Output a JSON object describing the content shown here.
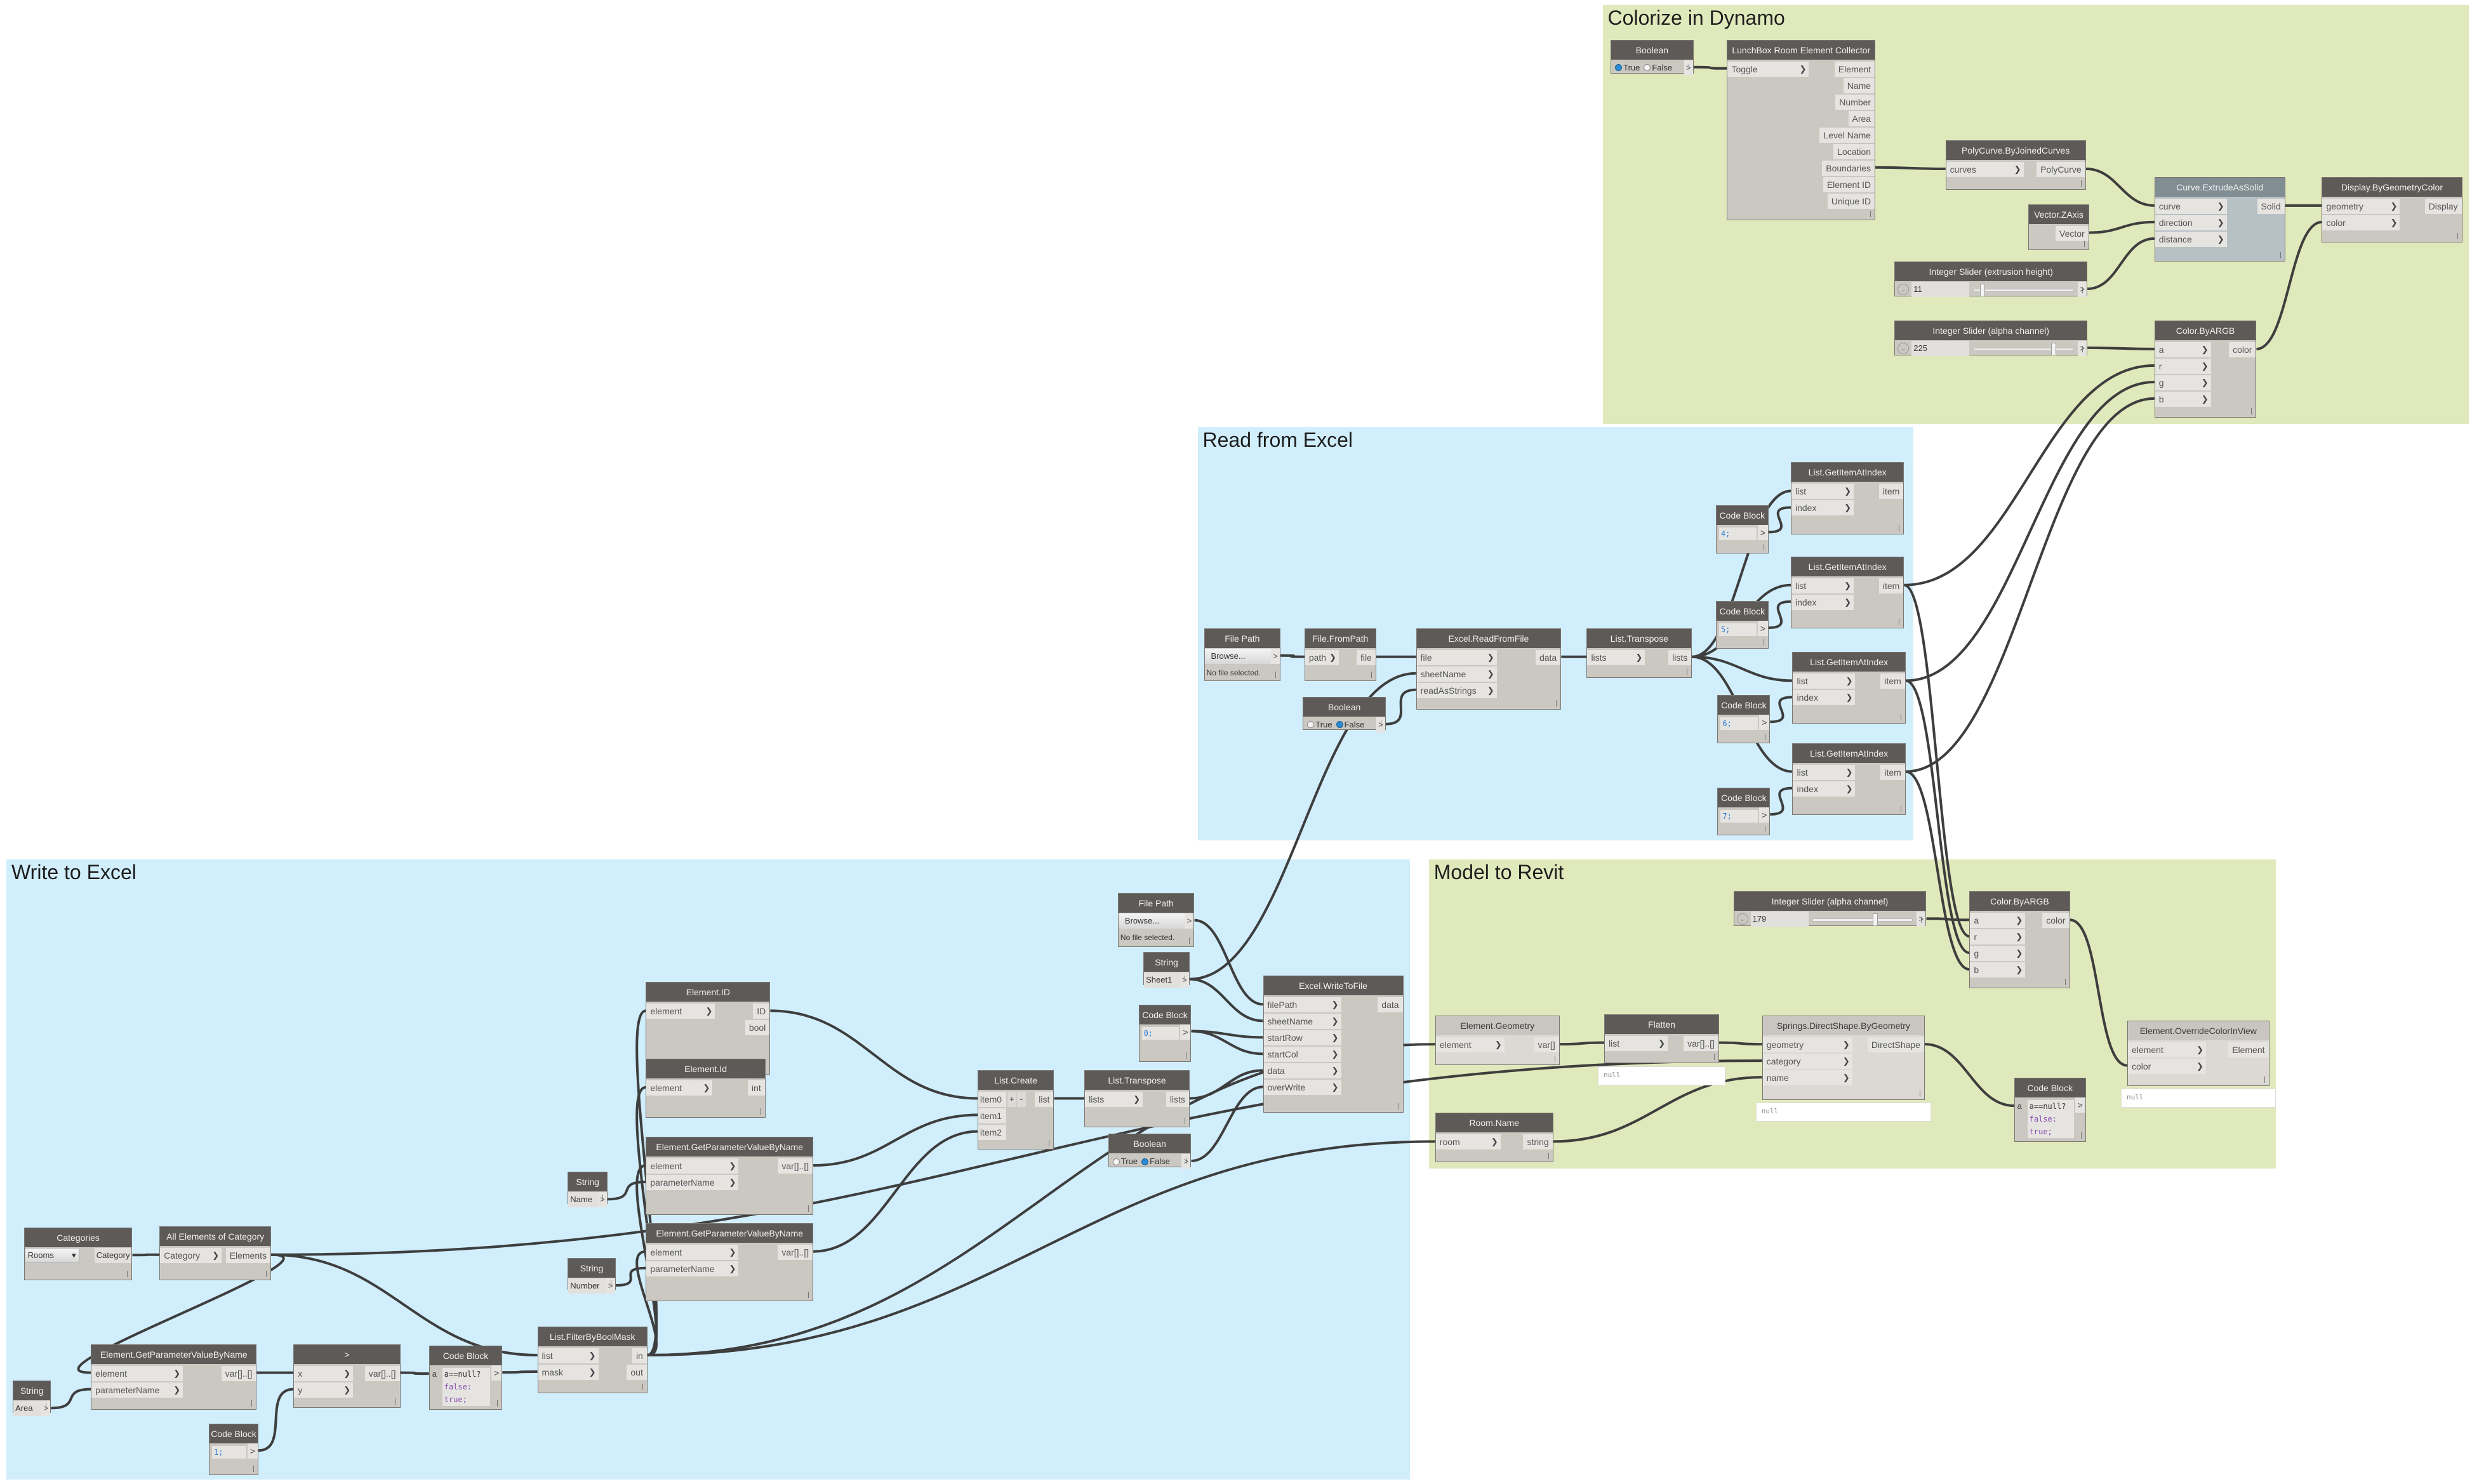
{
  "groups": [
    {
      "title": "Colorize in Dynamo",
      "color": "#e0e9bb"
    },
    {
      "title": "Read from Excel",
      "color": "#d1eefc"
    },
    {
      "title": "Write to Excel",
      "color": "#d1eefc"
    },
    {
      "title": "Model to Revit",
      "color": "#e0e9bb"
    }
  ],
  "colors": {
    "wire": "#3e3e3e",
    "node_header": "#5d5a57",
    "node_body": "#cbc7c1",
    "selected_header": "#808d93"
  },
  "nodes": [
    {
      "title": "Boolean",
      "widget": {
        "type": "boolean",
        "options": [
          "True",
          "False"
        ],
        "selected": 0
      }
    },
    {
      "title": "LunchBox Room Element Collector",
      "inputs": [
        "Toggle"
      ],
      "outputs": [
        "Element",
        "Name",
        "Number",
        "Area",
        "Level Name",
        "Location",
        "Boundaries",
        "Element ID",
        "Unique ID"
      ]
    },
    {
      "title": "PolyCurve.ByJoinedCurves",
      "inputs": [
        "curves"
      ],
      "outputs": [
        "PolyCurve"
      ]
    },
    {
      "title": "Curve.ExtrudeAsSolid",
      "inputs": [
        "curve",
        "direction",
        "distance"
      ],
      "outputs": [
        "Solid"
      ],
      "style": "selected"
    },
    {
      "title": "Display.ByGeometryColor",
      "inputs": [
        "geometry",
        "color"
      ],
      "outputs": [
        "Display"
      ]
    },
    {
      "title": "Vector.ZAxis",
      "inputs": [],
      "outputs": [
        "Vector"
      ]
    },
    {
      "title": "Integer Slider (extrusion height)",
      "widget": {
        "type": "slider",
        "value": "11",
        "position": 0.1
      }
    },
    {
      "title": "Integer Slider (alpha channel)",
      "widget": {
        "type": "slider",
        "value": "225",
        "position": 0.9
      }
    },
    {
      "title": "Color.ByARGB",
      "inputs": [
        "a",
        "r",
        "g",
        "b"
      ],
      "outputs": [
        "color"
      ]
    },
    {
      "title": "File Path",
      "widget": {
        "type": "filepath",
        "button": "Browse...",
        "status": "No file selected."
      }
    },
    {
      "title": "File.FromPath",
      "inputs": [
        "path"
      ],
      "outputs": [
        "file"
      ]
    },
    {
      "title": "Excel.ReadFromFile",
      "inputs": [
        "file",
        "sheetName",
        "readAsStrings"
      ],
      "outputs": [
        "data"
      ]
    },
    {
      "title": "List.Transpose",
      "inputs": [
        "lists"
      ],
      "outputs": [
        "lists"
      ]
    },
    {
      "title": "Boolean",
      "widget": {
        "type": "boolean",
        "options": [
          "True",
          "False"
        ],
        "selected": 1
      }
    },
    {
      "title": "Code Block",
      "widget": {
        "type": "code",
        "lines": [
          "4;"
        ]
      }
    },
    {
      "title": "List.GetItemAtIndex",
      "inputs": [
        "list",
        "index"
      ],
      "outputs": [
        "item"
      ]
    },
    {
      "title": "Code Block",
      "widget": {
        "type": "code",
        "lines": [
          "5;"
        ]
      }
    },
    {
      "title": "List.GetItemAtIndex",
      "inputs": [
        "list",
        "index"
      ],
      "outputs": [
        "item"
      ]
    },
    {
      "title": "Code Block",
      "widget": {
        "type": "code",
        "lines": [
          "6;"
        ]
      }
    },
    {
      "title": "List.GetItemAtIndex",
      "inputs": [
        "list",
        "index"
      ],
      "outputs": [
        "item"
      ]
    },
    {
      "title": "Code Block",
      "widget": {
        "type": "code",
        "lines": [
          "7;"
        ]
      }
    },
    {
      "title": "List.GetItemAtIndex",
      "inputs": [
        "list",
        "index"
      ],
      "outputs": [
        "item"
      ]
    },
    {
      "title": "Integer Slider (alpha channel)",
      "widget": {
        "type": "slider",
        "value": "179",
        "position": 0.7
      }
    },
    {
      "title": "Color.ByARGB",
      "inputs": [
        "a",
        "r",
        "g",
        "b"
      ],
      "outputs": [
        "color"
      ]
    },
    {
      "title": "Element.Geometry",
      "inputs": [
        "element"
      ],
      "outputs": [
        "var[]"
      ],
      "style": "light"
    },
    {
      "title": "Flatten",
      "inputs": [
        "list"
      ],
      "outputs": [
        "var[]..[]"
      ],
      "preview": "null"
    },
    {
      "title": "Springs.DirectShape.ByGeometry",
      "inputs": [
        "geometry",
        "category",
        "name"
      ],
      "outputs": [
        "DirectShape"
      ],
      "style": "light",
      "preview": "null"
    },
    {
      "title": "Code Block",
      "widget": {
        "type": "code",
        "input": "a",
        "lines": [
          "a==null?",
          "false:",
          "true;"
        ]
      }
    },
    {
      "title": "Element.OverrideColorInView",
      "inputs": [
        "element",
        "color"
      ],
      "outputs": [
        "Element"
      ],
      "style": "light",
      "preview": "null"
    },
    {
      "title": "Room.Name",
      "inputs": [
        "room"
      ],
      "outputs": [
        "string"
      ]
    },
    {
      "title": "File Path",
      "widget": {
        "type": "filepath",
        "button": "Browse...",
        "status": "No file selected."
      }
    },
    {
      "title": "String",
      "widget": {
        "type": "string",
        "value": "Sheet1"
      }
    },
    {
      "title": "Code Block",
      "widget": {
        "type": "code",
        "lines": [
          "0;"
        ]
      }
    },
    {
      "title": "Excel.WriteToFile",
      "inputs": [
        "filePath",
        "sheetName",
        "startRow",
        "startCol",
        "data",
        "overWrite"
      ],
      "outputs": [
        "data"
      ]
    },
    {
      "title": "Element.ID",
      "inputs": [
        "element"
      ],
      "outputs": [
        "ID",
        "bool"
      ]
    },
    {
      "title": "Element.Id",
      "inputs": [
        "element"
      ],
      "outputs": [
        "int"
      ]
    },
    {
      "title": "List.Create",
      "inputs": [
        "item0",
        "item1",
        "item2"
      ],
      "outputs": [
        "list"
      ],
      "buttons": [
        "+",
        "-"
      ]
    },
    {
      "title": "List.Transpose",
      "inputs": [
        "lists"
      ],
      "outputs": [
        "lists"
      ]
    },
    {
      "title": "Boolean",
      "widget": {
        "type": "boolean",
        "options": [
          "True",
          "False"
        ],
        "selected": 1
      }
    },
    {
      "title": "Element.GetParameterValueByName",
      "inputs": [
        "element",
        "parameterName"
      ],
      "outputs": [
        "var[]..[]"
      ]
    },
    {
      "title": "String",
      "widget": {
        "type": "string",
        "value": "Name"
      }
    },
    {
      "title": "Element.GetParameterValueByName",
      "inputs": [
        "element",
        "parameterName"
      ],
      "outputs": [
        "var[]..[]"
      ]
    },
    {
      "title": "String",
      "widget": {
        "type": "string",
        "value": "Number"
      }
    },
    {
      "title": "Categories",
      "widget": {
        "type": "dropdown",
        "value": "Rooms",
        "output": "Category"
      }
    },
    {
      "title": "All Elements of Category",
      "inputs": [
        "Category"
      ],
      "outputs": [
        "Elements"
      ]
    },
    {
      "title": "Element.GetParameterValueByName",
      "inputs": [
        "element",
        "parameterName"
      ],
      "outputs": [
        "var[]..[]"
      ]
    },
    {
      "title": "String",
      "widget": {
        "type": "string",
        "value": "Area"
      }
    },
    {
      "title": ">",
      "inputs": [
        "x",
        "y"
      ],
      "outputs": [
        "var[]..[]"
      ]
    },
    {
      "title": "Code Block",
      "widget": {
        "type": "code",
        "input": "a",
        "lines": [
          "a==null?",
          "false:",
          "true;"
        ]
      }
    },
    {
      "title": "List.FilterByBoolMask",
      "inputs": [
        "list",
        "mask"
      ],
      "outputs": [
        "in",
        "out"
      ]
    },
    {
      "title": "Code Block",
      "widget": {
        "type": "code",
        "lines": [
          "1;"
        ]
      }
    }
  ]
}
